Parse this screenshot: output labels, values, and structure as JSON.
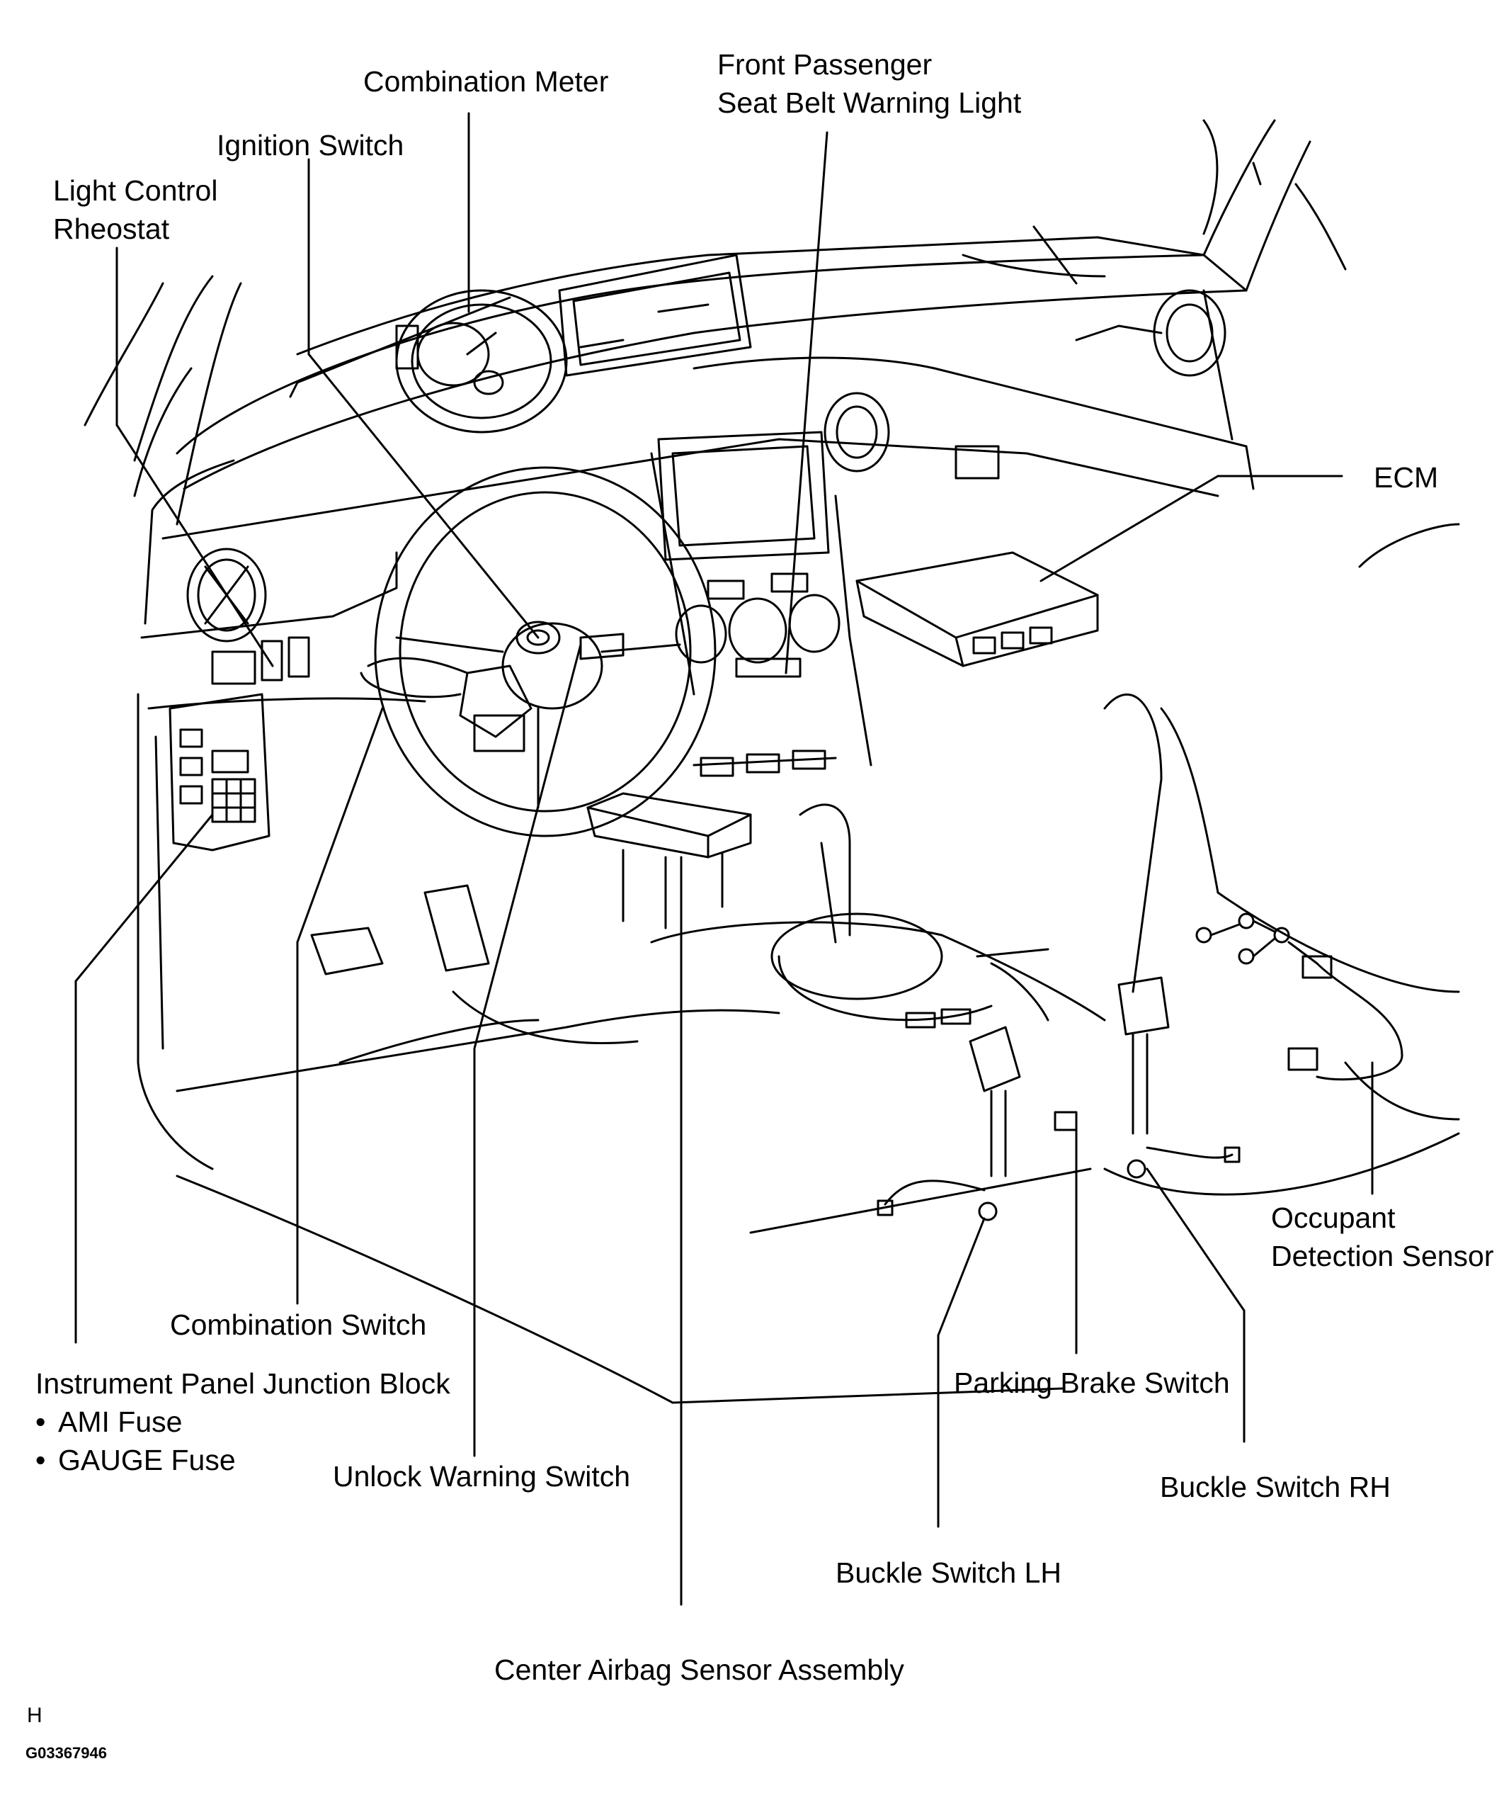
{
  "labels": {
    "combination_meter": "Combination Meter",
    "front_passenger_line1": "Front Passenger",
    "front_passenger_line2": "Seat Belt Warning Light",
    "ignition_switch": "Ignition Switch",
    "light_control_line1": "Light Control",
    "light_control_line2": "Rheostat",
    "ecm": "ECM",
    "occupant_line1": "Occupant",
    "occupant_line2": "Detection Sensor",
    "combination_switch": "Combination Switch",
    "junction_block": "Instrument Panel Junction Block",
    "ami_fuse": "AMI Fuse",
    "gauge_fuse": "GAUGE Fuse",
    "unlock_warning_switch": "Unlock Warning Switch",
    "parking_brake_switch": "Parking Brake Switch",
    "buckle_switch_rh": "Buckle Switch RH",
    "buckle_switch_lh": "Buckle Switch LH",
    "center_airbag": "Center Airbag Sensor Assembly"
  },
  "footer": {
    "code": "H",
    "figure_id": "G03367946"
  }
}
